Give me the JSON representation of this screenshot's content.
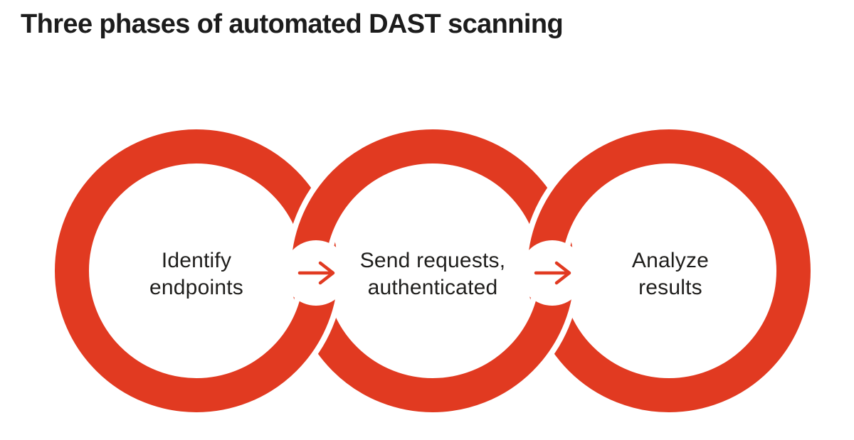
{
  "title": "Three phases of automated DAST scanning",
  "diagram": {
    "phases": [
      {
        "id": "phase-1",
        "line1": "Identify",
        "line2": "endpoints"
      },
      {
        "id": "phase-2",
        "line1": "Send requests,",
        "line2": "authenticated"
      },
      {
        "id": "phase-3",
        "line1": "Analyze",
        "line2": "results"
      }
    ],
    "arrows": [
      {
        "icon": "arrow-right",
        "glyph": "→"
      },
      {
        "icon": "arrow-right",
        "glyph": "→"
      }
    ]
  },
  "colors": {
    "ring": "#E13A21",
    "arrow": "#E13A21",
    "title_text": "#1C1C1C",
    "label_text": "#1F1E1C",
    "background": "#FFFFFF"
  }
}
